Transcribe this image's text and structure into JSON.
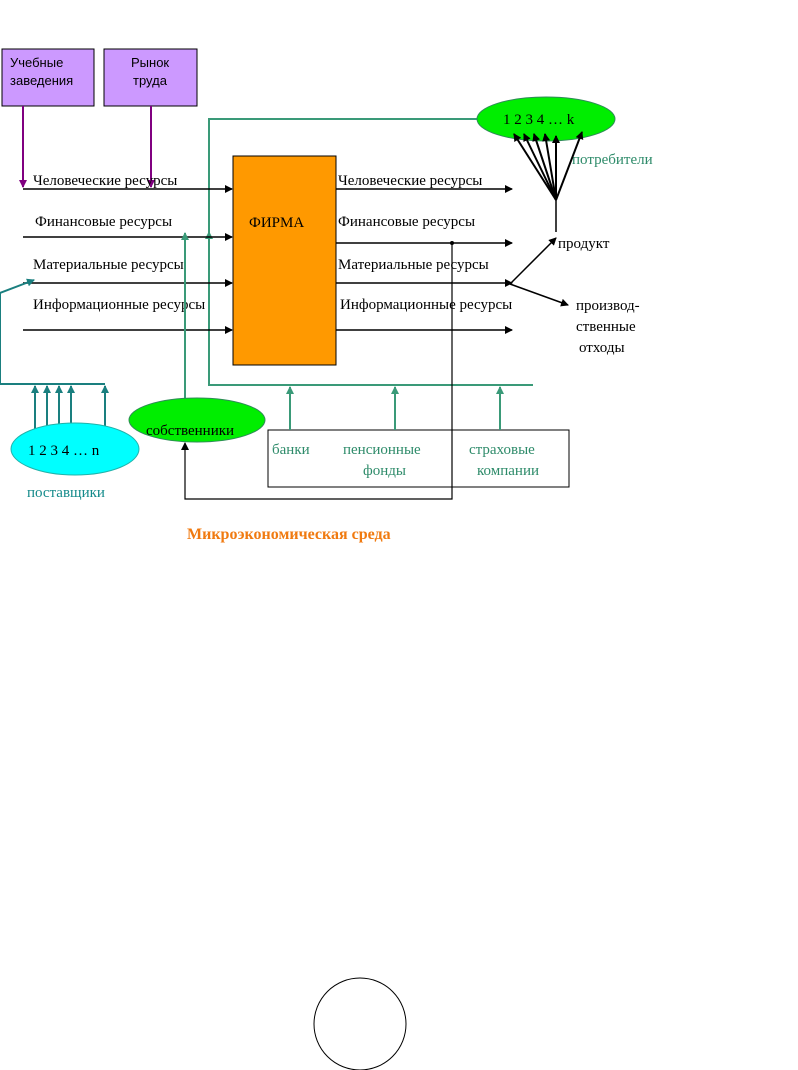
{
  "boxes": {
    "schools": {
      "line1": "Учебные",
      "line2": "заведения"
    },
    "labor_market": {
      "line1": "Рынок",
      "line2": "труда"
    },
    "firm": "ФИРМА"
  },
  "inputs": {
    "human": "Человеческие   ресурсы",
    "financial": "Финансовые ресурсы",
    "material": "Материальные ресурсы",
    "information": "Информационные ресурсы"
  },
  "outputs": {
    "human": "Человеческие ресурсы",
    "financial": "Финансовые ресурсы",
    "material": "Материальные  ресурсы",
    "information": "Информационные ресурсы"
  },
  "consumers": {
    "ellipse": "1 2 3 4 … k",
    "label": "потребители"
  },
  "product": "продукт",
  "waste": {
    "line1": "производ-",
    "line2": "ственные",
    "line3": "отходы"
  },
  "suppliers": {
    "ellipse": "1 2 3 4 … n",
    "label": "поставщики"
  },
  "owners": "собственники",
  "institutions": {
    "banks": "банки",
    "pension_line1": "пенсионные",
    "pension_line2": "фонды",
    "insurance_line1": "страховые",
    "insurance_line2": "компании"
  },
  "caption": "Микроэкономическая среда",
  "colors": {
    "purple_box": "#cc99ff",
    "purple_arrow": "#800080",
    "firm_fill": "#ff9900",
    "ellipse_green": "#00ee00",
    "ellipse_cyan": "#00ffff",
    "green_line": "#3a9a78",
    "teal_line": "#1a7f7f",
    "caption": "#f07a10"
  }
}
